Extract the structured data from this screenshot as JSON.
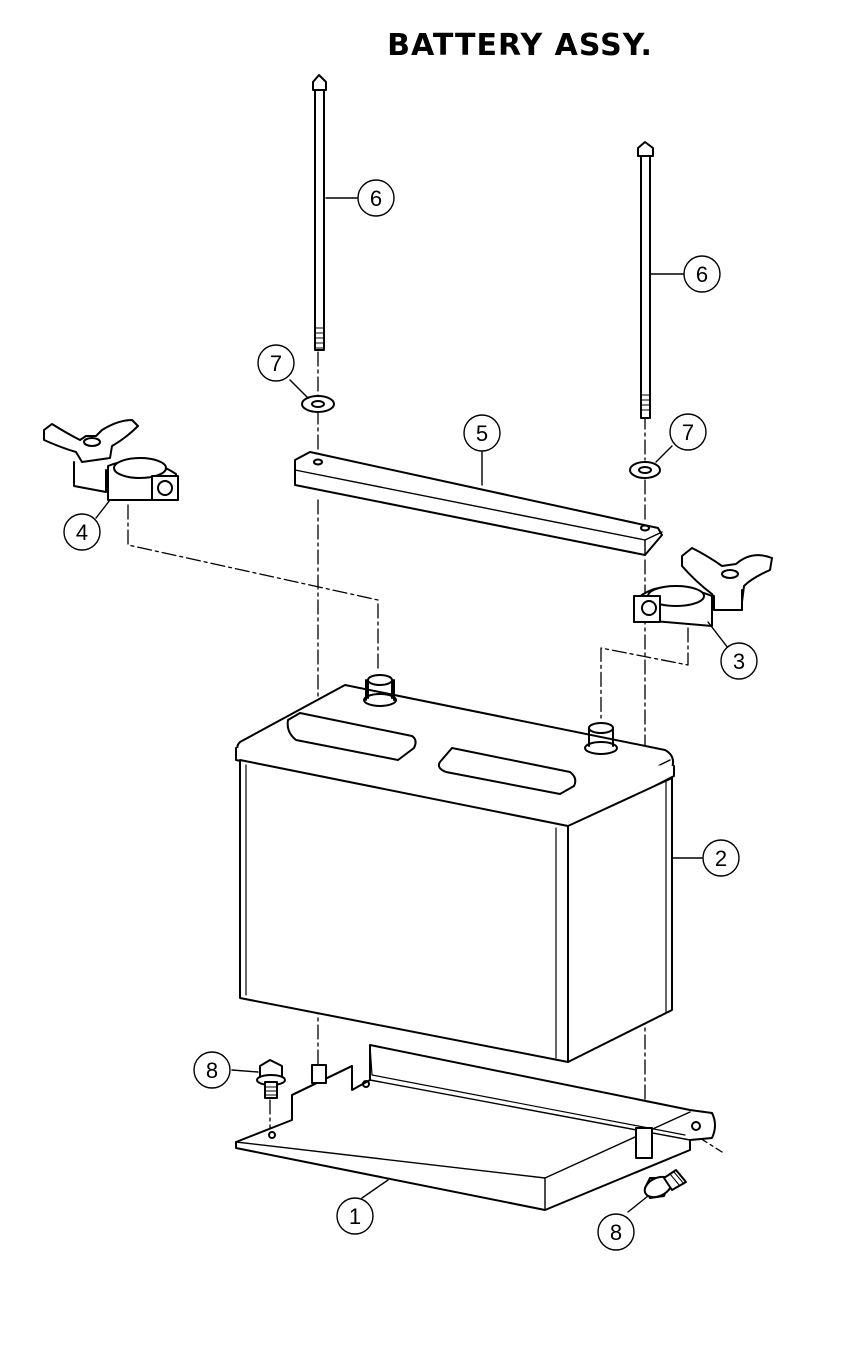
{
  "title": "BATTERY ASSY.",
  "callouts": [
    {
      "id": "callout-1",
      "label": "1"
    },
    {
      "id": "callout-2",
      "label": "2"
    },
    {
      "id": "callout-3",
      "label": "3"
    },
    {
      "id": "callout-4",
      "label": "4"
    },
    {
      "id": "callout-5",
      "label": "5"
    },
    {
      "id": "callout-6a",
      "label": "6"
    },
    {
      "id": "callout-6b",
      "label": "6"
    },
    {
      "id": "callout-7a",
      "label": "7"
    },
    {
      "id": "callout-7b",
      "label": "7"
    },
    {
      "id": "callout-8a",
      "label": "8"
    },
    {
      "id": "callout-8b",
      "label": "8"
    }
  ],
  "colors": {
    "line": "#000000",
    "background": "#ffffff"
  }
}
